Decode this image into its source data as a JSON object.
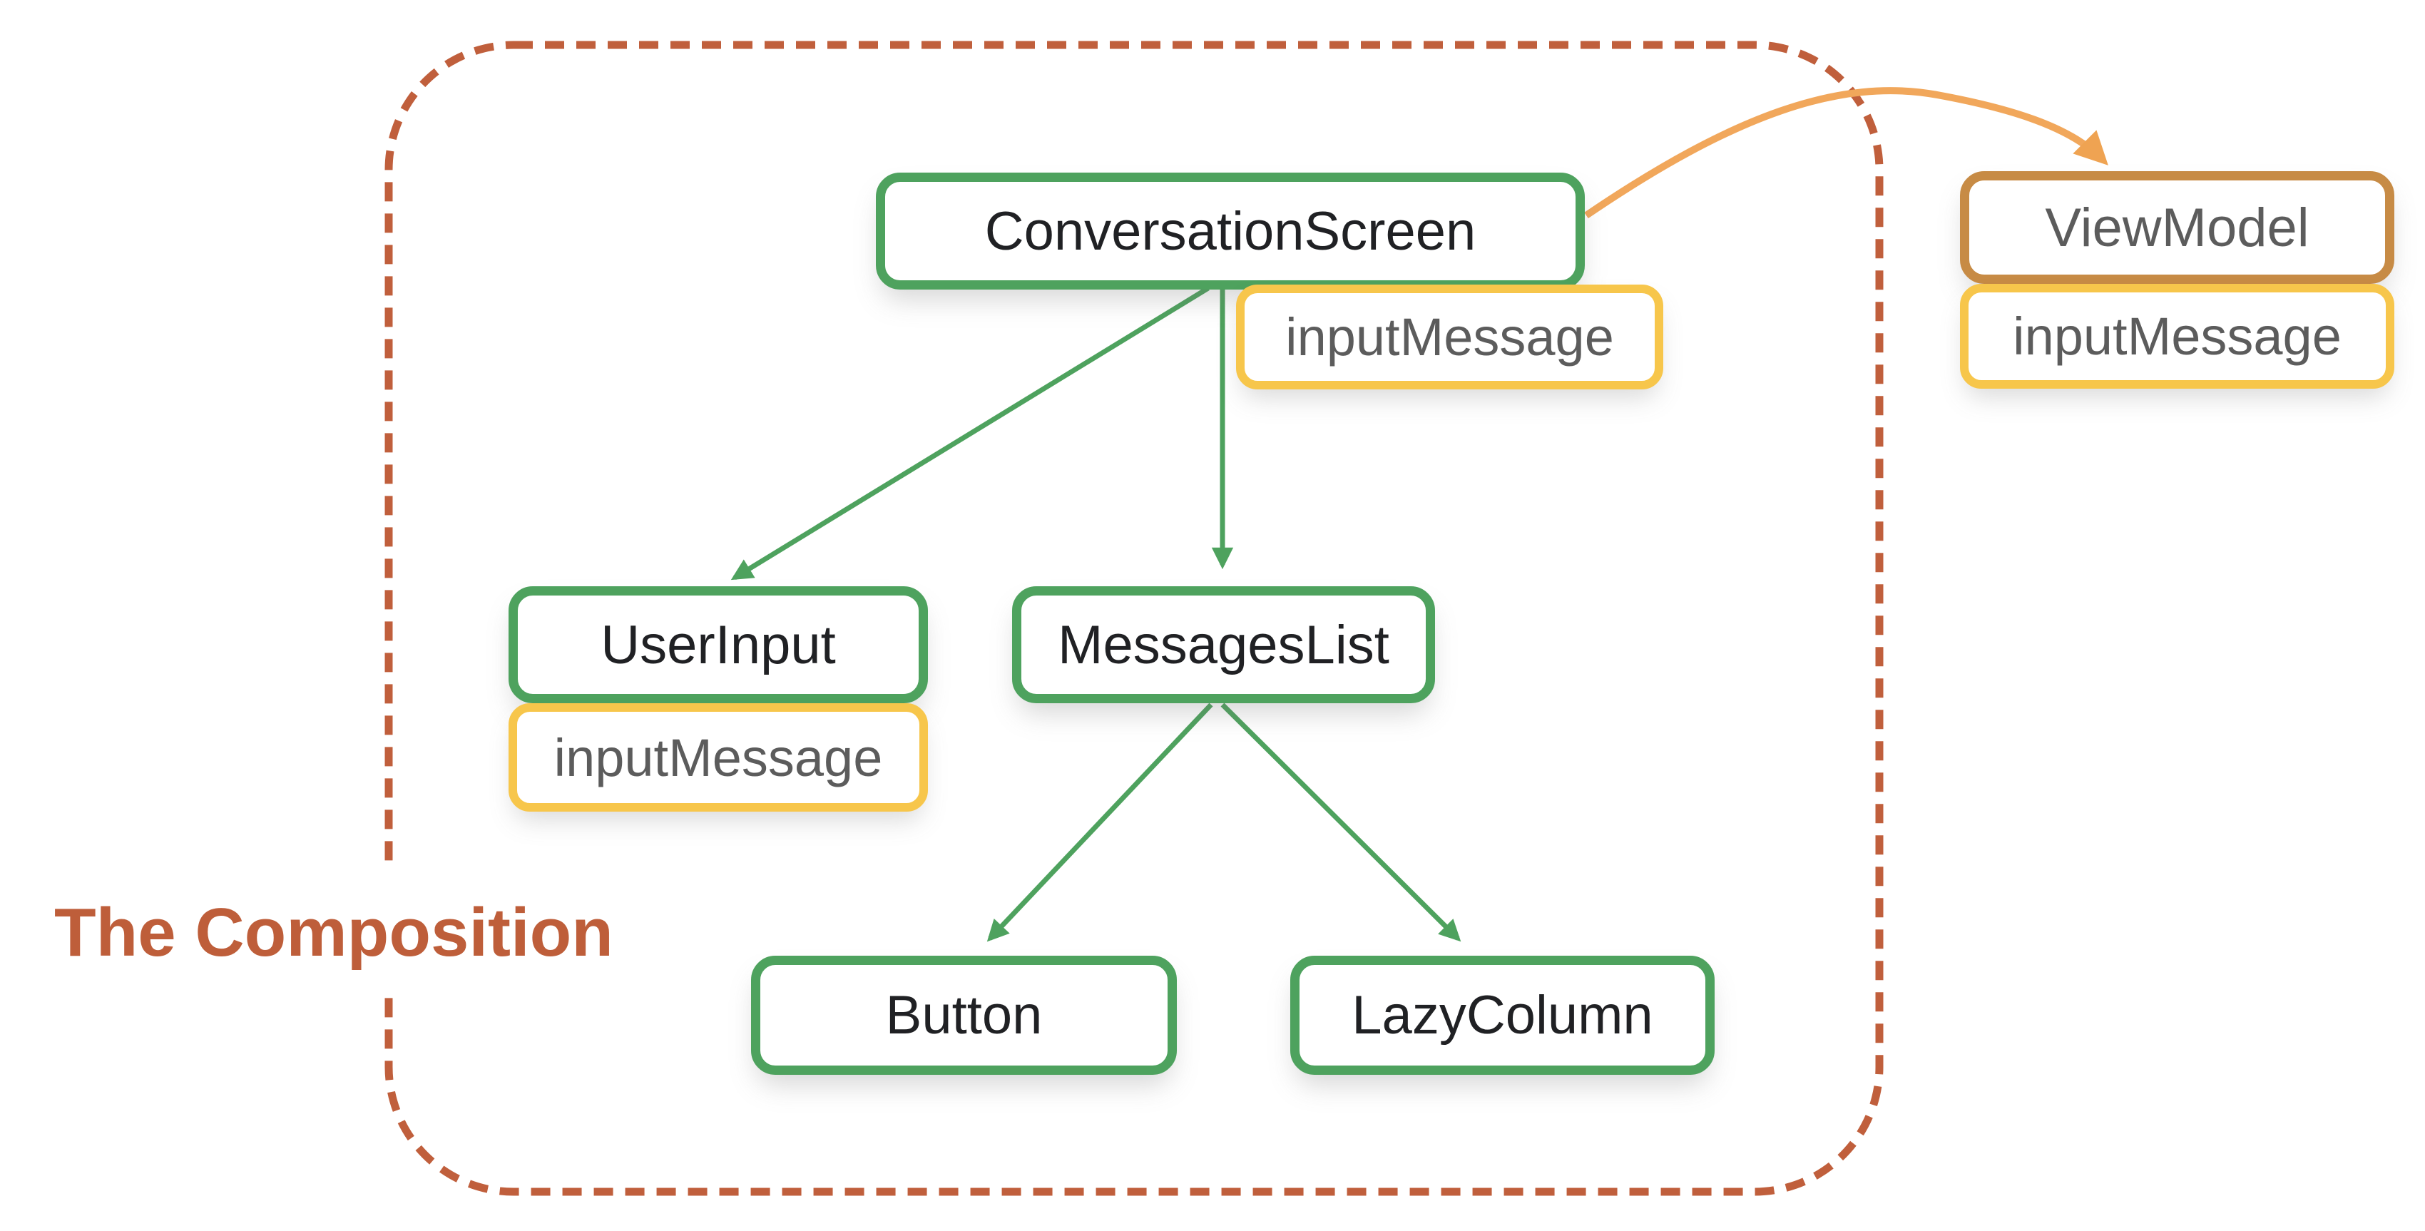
{
  "title": {
    "label": "The Composition"
  },
  "diagram": {
    "nodes": {
      "conversationScreen": {
        "label": "ConversationScreen",
        "badge": "inputMessage"
      },
      "userInput": {
        "label": "UserInput",
        "badge": "inputMessage"
      },
      "messagesList": {
        "label": "MessagesList"
      },
      "button": {
        "label": "Button"
      },
      "lazyColumn": {
        "label": "LazyColumn"
      },
      "viewModel": {
        "label": "ViewModel",
        "badge": "inputMessage"
      }
    },
    "edges": [
      {
        "from": "ConversationScreen",
        "to": "UserInput",
        "style": "green-arrow"
      },
      {
        "from": "ConversationScreen",
        "to": "MessagesList",
        "style": "green-arrow"
      },
      {
        "from": "MessagesList",
        "to": "Button",
        "style": "green-arrow"
      },
      {
        "from": "MessagesList",
        "to": "LazyColumn",
        "style": "green-arrow"
      },
      {
        "from": "ConversationScreen",
        "to": "ViewModel",
        "style": "orange-curve-arrow"
      }
    ],
    "colors": {
      "node_border_green": "#4EA25E",
      "badge_border_yellow": "#F7C64B",
      "viewmodel_border_brown": "#C78B45",
      "edge_green": "#4EA25E",
      "edge_orange": "#F1A75B",
      "boundary_dash": "#C05F3C",
      "title_text": "#BE5E3A",
      "node_text": "#202124",
      "badge_text": "#5C5C5C"
    }
  }
}
